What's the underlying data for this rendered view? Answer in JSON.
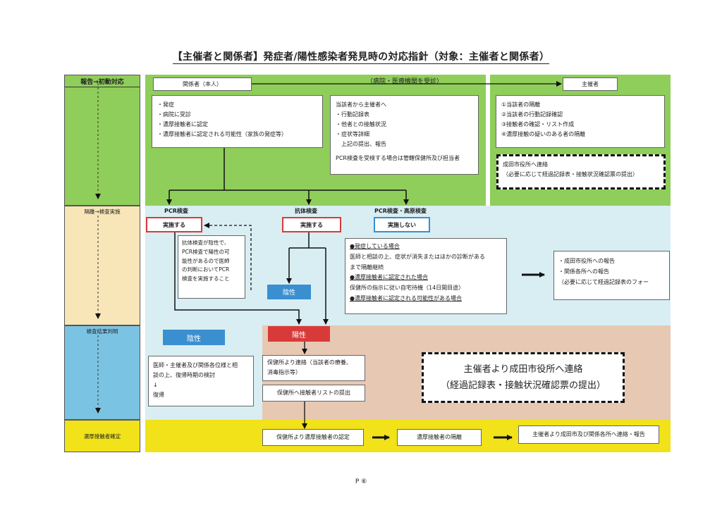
{
  "title": "【主催者と関係者】発症者/陽性感染者発見時の対応指針（対象：主催者と関係者）",
  "stages": {
    "report": "報告→初動対応",
    "isolation": "隔離→検査実施",
    "result": "検査結果判明",
    "close_contact": "濃厚接触者確定"
  },
  "top": {
    "person": "関係者（本人）",
    "hospital_note": "（病院・医療機関を受診）",
    "organizer": "主催者",
    "symptoms": [
      "・発症",
      "・病院に受診",
      "・濃厚接触者に認定",
      "・濃厚接触者に認定される可能性（家族の発症等）"
    ],
    "report_items": [
      "当該者から主催者へ",
      "・行動記録表",
      "・他者との接触状況",
      "・症状等詳細",
      "　上記の提出、報告"
    ],
    "report_note": "PCR検査を受検する場合は管轄保健所及び担当者",
    "organizer_steps": [
      "①当該者の隔離",
      "②当該者の行動記録確認",
      "③接触者の確認・リスト作成",
      "④濃厚接触の疑いのある者の隔離"
    ],
    "city_contact": [
      "成田市役所へ連絡",
      "（必要に応じて経過記録表・接触状況確認票の提出）"
    ]
  },
  "tests": {
    "pcr_label": "PCR検査",
    "antibody_label": "抗体検査",
    "pcr_high_label": "PCR検査・高原検査",
    "do": "実施する",
    "do2": "実施する",
    "not_do": "実施しない",
    "antibody_note": [
      "抗体検査が陰性で、",
      "PCR検査で陽性の可",
      "能性があるので医師",
      "の判断においてPCR",
      "検査を実施すること"
    ],
    "negative_mid": "陰性"
  },
  "not_done": {
    "case1": "●発症している場合",
    "case1_text": [
      "医師と相談の上、症状が消失またはほかの診断がある",
      "まで隔離継続"
    ],
    "case2": "●濃厚接触者に認定された場合",
    "case2_text": "保健所の指示に従い自宅待機（14日間目途）",
    "case3": "●濃厚接触者に認定される可能性がある場合",
    "report": [
      "・成田市役所への報告",
      "・関係各所への報告",
      "（必要に応じて経過記録表のフォー"
    ]
  },
  "result": {
    "negative": "陰性",
    "positive": "陽性",
    "negative_text": [
      "医師・主催者及び関係各位様と相",
      "談の上、復帰時期の検討",
      "↓",
      "復帰"
    ],
    "health_center_contact": [
      "保健所より連絡（当該者の療養、",
      "消毒指示等）"
    ],
    "contact_list": "保健所へ接触者リストの提出",
    "organizer_city": [
      "主催者より成田市役所へ連絡",
      "（経過記録表・接触状況確認票の提出）"
    ]
  },
  "contact": {
    "certify": "保健所より濃厚接触者の認定",
    "isolate": "濃厚接触者の隔離",
    "report": "主催者より成田市及び関係各所へ連絡・報告"
  },
  "page_number": "P ⑥",
  "colors": {
    "green": "#8fce5a",
    "light_blue": "#d8eef3",
    "salmon": "#e7c8b3",
    "yellow": "#f1e21a",
    "stage_yellow": "#f8e6b8",
    "stage_blue": "#7bc3e3",
    "red": "#d83a3a",
    "blue": "#3a8fd0"
  }
}
